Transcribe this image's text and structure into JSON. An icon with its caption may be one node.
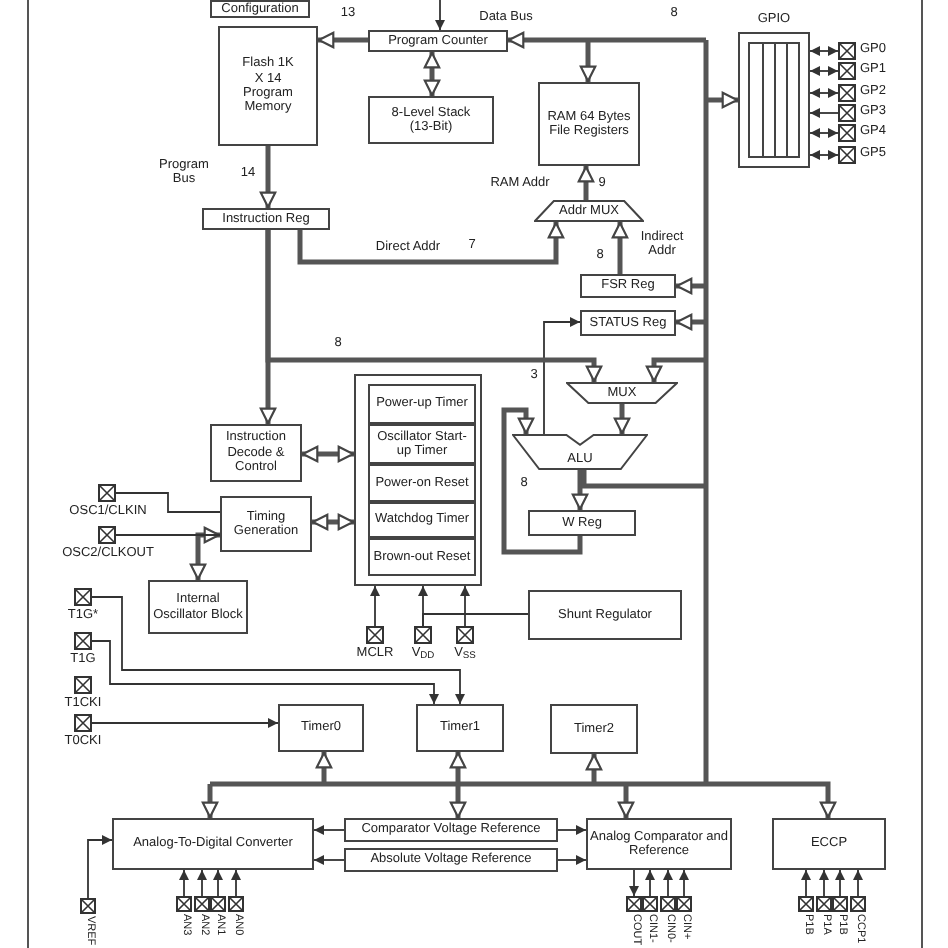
{
  "diagram": {
    "nodes": [
      {
        "text": [
          "Configuration"
        ]
      },
      {
        "text": [
          "Flash 1K X 14 Program Memory"
        ]
      },
      {
        "text": [
          "Program Counter"
        ]
      },
      {
        "text": [
          "8-Level Stack (13-Bit)"
        ]
      },
      {
        "text": [
          "RAM 64 Bytes File Registers"
        ]
      },
      {
        "text": [
          "GPIO"
        ]
      },
      {
        "text": [],
        "shape": "box",
        "beside": [
          "GP0"
        ]
      },
      {
        "text": [],
        "shape": "box",
        "beside": [
          "GP1"
        ]
      },
      {
        "text": [],
        "shape": "box",
        "beside": [
          "GP2"
        ]
      },
      {
        "text": [],
        "shape": "box",
        "beside": [
          "GP3"
        ]
      },
      {
        "text": [],
        "shape": "box",
        "beside": [
          "GP4"
        ]
      },
      {
        "text": [],
        "shape": "box",
        "beside": [
          "GP5"
        ]
      },
      {
        "text": [
          "Instruction Reg"
        ]
      },
      {
        "text": [
          "Addr MUX"
        ]
      },
      {
        "text": [
          "FSR Reg"
        ]
      },
      {
        "text": [
          "STATUS Reg"
        ]
      },
      {
        "text": [
          "MUX"
        ]
      },
      {
        "text": [
          "ALU"
        ]
      },
      {
        "text": [
          "W Reg"
        ]
      },
      {
        "text": [
          "Instruction Decode & Control"
        ]
      },
      {
        "text": [
          "Timing Generation"
        ]
      },
      {
        "text": [
          "Internal Oscillator Block"
        ]
      },
      {
        "text": [],
        "shape": "box"
      },
      {
        "text": [
          "Power-up Timer"
        ],
        "in": 22
      },
      {
        "text": [
          "Oscillator Start-up Timer"
        ],
        "in": 22
      },
      {
        "text": [
          "Power-on Reset"
        ],
        "in": 22
      },
      {
        "text": [
          "Watchdog Timer"
        ],
        "in": 22
      },
      {
        "text": [
          "Brown-out Reset"
        ],
        "in": 22
      },
      {
        "text": [],
        "shape": "box",
        "beside": [
          "OSC1/CLKIN"
        ]
      },
      {
        "text": [],
        "shape": "box",
        "beside": [
          "OSC2/CLKOUT"
        ]
      },
      {
        "text": [],
        "shape": "box",
        "beside": [
          "MCLR"
        ]
      },
      {
        "text": [],
        "shape": "box",
        "beside": [
          "V$_{DD}$"
        ]
      },
      {
        "text": [],
        "shape": "box",
        "beside": [
          "V$_{SS}$"
        ]
      },
      {
        "text": [
          "Shunt Regulator"
        ]
      },
      {
        "text": [],
        "shape": "box",
        "beside": [
          "T1G*"
        ]
      },
      {
        "text": [],
        "shape": "box",
        "beside": [
          "T1G"
        ]
      },
      {
        "text": [],
        "shape": "box",
        "beside": [
          "T1CKI"
        ]
      },
      {
        "text": [],
        "shape": "box",
        "beside": [
          "T0CKI"
        ]
      },
      {
        "text": [
          "Timer0"
        ]
      },
      {
        "text": [
          "Timer1"
        ]
      },
      {
        "text": [
          "Timer2"
        ]
      },
      {
        "text": [
          "Analog-To-Digital Converter"
        ]
      },
      {
        "text": [
          "Comparator Voltage Reference"
        ]
      },
      {
        "text": [
          "Absolute Voltage Reference"
        ]
      },
      {
        "text": [
          "Analog Comparator and Reference"
        ]
      },
      {
        "text": [
          "ECCP"
        ]
      },
      {
        "text": [],
        "shape": "box",
        "beside": [
          "VREF"
        ]
      },
      {
        "text": [],
        "shape": "box",
        "beside": [
          "AN3"
        ]
      },
      {
        "text": [],
        "shape": "box",
        "beside": [
          "AN2"
        ]
      },
      {
        "text": [],
        "shape": "box",
        "beside": [
          "AN1"
        ]
      },
      {
        "text": [],
        "shape": "box",
        "beside": [
          "AN0"
        ]
      },
      {
        "text": [],
        "shape": "box",
        "beside": [
          "COUT"
        ]
      },
      {
        "text": [],
        "shape": "box",
        "beside": [
          "CIN1-"
        ]
      },
      {
        "text": [],
        "shape": "box",
        "beside": [
          "CIN0-"
        ]
      },
      {
        "text": [],
        "shape": "box",
        "beside": [
          "CIN+"
        ]
      },
      {
        "text": [],
        "shape": "box",
        "beside": [
          "P1B"
        ]
      },
      {
        "text": [],
        "shape": "box",
        "beside": [
          "P1A"
        ]
      },
      {
        "text": [],
        "shape": "box",
        "beside": [
          "P1B"
        ]
      },
      {
        "text": [],
        "shape": "box",
        "beside": [
          "CCP1"
        ]
      }
    ],
    "edges": [
      {
        "from": 2,
        "to": 1,
        "arrow": "to",
        "style": "thick"
      },
      {
        "from": 2,
        "to": 3,
        "arrow": "both",
        "style": "thick"
      },
      {
        "from": null,
        "to": 2,
        "arrow": "to",
        "style": "thick"
      },
      {
        "from": null,
        "to": 4,
        "arrow": "to",
        "style": "thick"
      },
      {
        "from": null,
        "to": 5,
        "arrow": "to",
        "style": "thick"
      },
      {
        "from": 5,
        "to": 6,
        "arrow": "both"
      },
      {
        "from": 5,
        "to": 7,
        "arrow": "both"
      },
      {
        "from": 5,
        "to": 8,
        "arrow": "both"
      },
      {
        "from": 9,
        "to": 5,
        "arrow": "to"
      },
      {
        "from": 5,
        "to": 10,
        "arrow": "both"
      },
      {
        "from": 5,
        "to": 11,
        "arrow": "both"
      },
      {
        "from": null,
        "to": 2,
        "arrow": "to"
      },
      {
        "from": 1,
        "to": 12,
        "arrow": "to",
        "style": "thick"
      },
      {
        "from": 12,
        "to": 13,
        "arrow": "to",
        "style": "thick"
      },
      {
        "from": 13,
        "to": 4,
        "arrow": "to",
        "style": "thick"
      },
      {
        "from": 14,
        "to": 13,
        "arrow": "to",
        "style": "thick"
      },
      {
        "from": null,
        "to": 14,
        "arrow": "to",
        "style": "thick"
      },
      {
        "from": null,
        "to": 15,
        "arrow": "to",
        "style": "thick"
      },
      {
        "from": 17,
        "to": 15,
        "arrow": "to"
      },
      {
        "from": 12,
        "to": 19,
        "arrow": "to",
        "style": "thick"
      },
      {
        "from": 12,
        "to": 16,
        "arrow": "to",
        "style": "thick"
      },
      {
        "from": null,
        "to": 16,
        "arrow": "to",
        "style": "thick"
      },
      {
        "from": 16,
        "to": 17,
        "arrow": "to",
        "style": "thick"
      },
      {
        "from": 17,
        "to": 18,
        "arrow": "to",
        "style": "thick"
      },
      {
        "from": 17,
        "to": null,
        "arrow": "none",
        "style": "thick"
      },
      {
        "from": 18,
        "to": 17,
        "arrow": "to",
        "style": "thick"
      },
      {
        "from": 19,
        "to": 22,
        "arrow": "both",
        "style": "thick"
      },
      {
        "from": 20,
        "to": 22,
        "arrow": "both",
        "style": "thick"
      },
      {
        "from": 20,
        "to": 21,
        "arrow": "both",
        "style": "thick"
      },
      {
        "from": 28,
        "to": 20,
        "arrow": "none"
      },
      {
        "from": 29,
        "to": 20,
        "arrow": "none"
      },
      {
        "from": 30,
        "to": 22,
        "arrow": "to"
      },
      {
        "from": 31,
        "to": 22,
        "arrow": "to"
      },
      {
        "from": 32,
        "to": 22,
        "arrow": "to"
      },
      {
        "from": 33,
        "to": 31,
        "arrow": "none"
      },
      {
        "from": 34,
        "to": 39,
        "arrow": "to"
      },
      {
        "from": 35,
        "to": 39,
        "arrow": "to"
      },
      {
        "from": 37,
        "to": 38,
        "arrow": "to"
      },
      {
        "from": null,
        "to": 38,
        "arrow": "to",
        "style": "thick"
      },
      {
        "from": null,
        "to": 39,
        "arrow": "to",
        "style": "thick"
      },
      {
        "from": null,
        "to": 40,
        "arrow": "to",
        "style": "thick"
      },
      {
        "from": null,
        "to": 41,
        "arrow": "to",
        "style": "thick"
      },
      {
        "from": null,
        "to": 42,
        "arrow": "to",
        "style": "thick"
      },
      {
        "from": null,
        "to": 44,
        "arrow": "to",
        "style": "thick"
      },
      {
        "from": null,
        "to": 45,
        "arrow": "to",
        "style": "thick"
      },
      {
        "from": 42,
        "to": 41,
        "arrow": "to"
      },
      {
        "from": 43,
        "to": 41,
        "arrow": "to"
      },
      {
        "from": 42,
        "to": 44,
        "arrow": "to"
      },
      {
        "from": 43,
        "to": 44,
        "arrow": "to"
      },
      {
        "from": 46,
        "to": 41,
        "arrow": "to"
      },
      {
        "from": 47,
        "to": 41,
        "arrow": "to"
      },
      {
        "from": 48,
        "to": 41,
        "arrow": "to"
      },
      {
        "from": 49,
        "to": 41,
        "arrow": "to"
      },
      {
        "from": 50,
        "to": 41,
        "arrow": "to"
      },
      {
        "from": 44,
        "to": 51,
        "arrow": "to"
      },
      {
        "from": 52,
        "to": 44,
        "arrow": "to"
      },
      {
        "from": 53,
        "to": 44,
        "arrow": "to"
      },
      {
        "from": 54,
        "to": 44,
        "arrow": "to"
      },
      {
        "from": 55,
        "to": 45,
        "arrow": "to"
      },
      {
        "from": 56,
        "to": 45,
        "arrow": "to"
      },
      {
        "from": 57,
        "to": 45,
        "arrow": "to"
      },
      {
        "from": 58,
        "to": 45,
        "arrow": "to"
      }
    ],
    "labels": [
      "13",
      "Data Bus",
      "8",
      "Program Bus",
      "14",
      "RAM Addr",
      "9",
      "Direct Addr",
      "7",
      "8",
      "Indirect Addr",
      "8",
      "3",
      "8"
    ]
  }
}
